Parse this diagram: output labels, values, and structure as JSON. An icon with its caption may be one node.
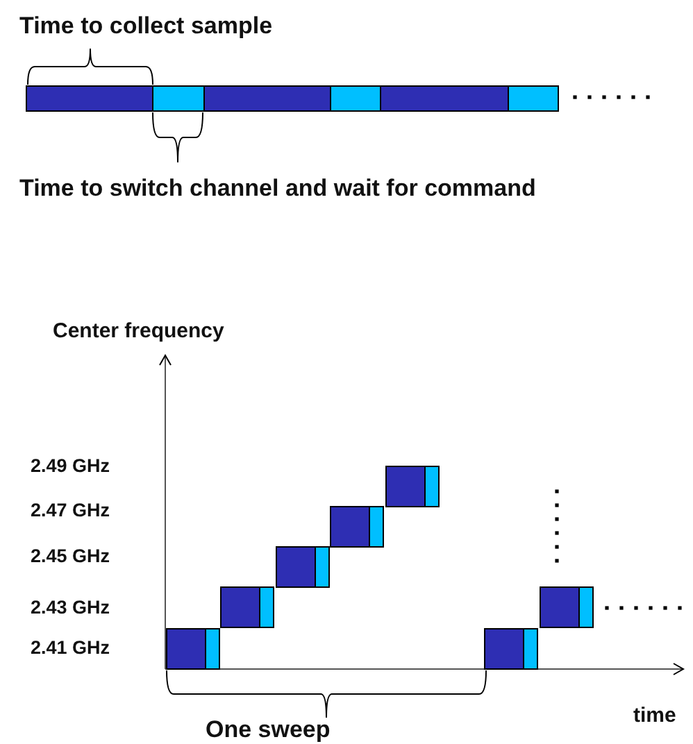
{
  "diagram": {
    "labels": [
      "Time to collect sample",
      "Time to switch channel and wait for command",
      "Center frequency",
      "2.49 GHz",
      "2.47 GHz",
      "2.45 GHz",
      "2.43 GHz",
      "2.41 GHz",
      "One sweep",
      "time"
    ]
  }
}
